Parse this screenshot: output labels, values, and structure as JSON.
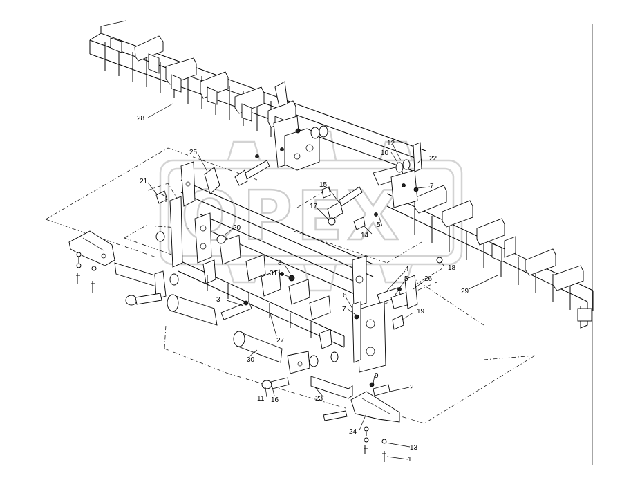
{
  "watermark": {
    "text": "OPEX"
  },
  "callouts": [
    {
      "id": "1",
      "label": "1"
    },
    {
      "id": "2",
      "label": "2"
    },
    {
      "id": "3",
      "label": "3"
    },
    {
      "id": "4",
      "label": "4"
    },
    {
      "id": "5a",
      "label": "5"
    },
    {
      "id": "5b",
      "label": "5"
    },
    {
      "id": "6",
      "label": "6"
    },
    {
      "id": "7a",
      "label": "7"
    },
    {
      "id": "7b",
      "label": "7"
    },
    {
      "id": "8",
      "label": "8"
    },
    {
      "id": "9",
      "label": "9"
    },
    {
      "id": "10",
      "label": "10"
    },
    {
      "id": "11",
      "label": "11"
    },
    {
      "id": "12",
      "label": "12"
    },
    {
      "id": "13",
      "label": "13"
    },
    {
      "id": "14",
      "label": "14"
    },
    {
      "id": "15",
      "label": "15"
    },
    {
      "id": "16",
      "label": "16"
    },
    {
      "id": "17",
      "label": "17"
    },
    {
      "id": "18",
      "label": "18"
    },
    {
      "id": "19",
      "label": "19"
    },
    {
      "id": "20",
      "label": "20"
    },
    {
      "id": "21",
      "label": "21"
    },
    {
      "id": "22",
      "label": "22"
    },
    {
      "id": "23",
      "label": "23"
    },
    {
      "id": "24",
      "label": "24"
    },
    {
      "id": "25",
      "label": "25"
    },
    {
      "id": "26",
      "label": "26"
    },
    {
      "id": "27",
      "label": "27"
    },
    {
      "id": "28",
      "label": "28"
    },
    {
      "id": "29",
      "label": "29"
    },
    {
      "id": "30",
      "label": "30"
    },
    {
      "id": "31",
      "label": "31"
    }
  ]
}
